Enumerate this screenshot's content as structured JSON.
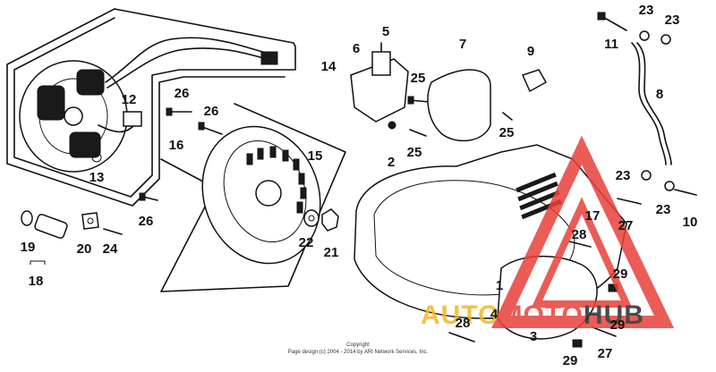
{
  "callouts": [
    {
      "id": "c1",
      "label": "1"
    },
    {
      "id": "c2",
      "label": "2"
    },
    {
      "id": "c3",
      "label": "3"
    },
    {
      "id": "c4",
      "label": "4"
    },
    {
      "id": "c5",
      "label": "5"
    },
    {
      "id": "c6",
      "label": "6"
    },
    {
      "id": "c7",
      "label": "7"
    },
    {
      "id": "c8",
      "label": "8"
    },
    {
      "id": "c9",
      "label": "9"
    },
    {
      "id": "c10",
      "label": "10"
    },
    {
      "id": "c11",
      "label": "11"
    },
    {
      "id": "c12",
      "label": "12"
    },
    {
      "id": "c13",
      "label": "13"
    },
    {
      "id": "c14",
      "label": "14"
    },
    {
      "id": "c15",
      "label": "15"
    },
    {
      "id": "c16",
      "label": "16"
    },
    {
      "id": "c17",
      "label": "17"
    },
    {
      "id": "c18",
      "label": "18"
    },
    {
      "id": "c19",
      "label": "19"
    },
    {
      "id": "c20",
      "label": "20"
    },
    {
      "id": "c21",
      "label": "21"
    },
    {
      "id": "c22",
      "label": "22"
    },
    {
      "id": "c23a",
      "label": "23"
    },
    {
      "id": "c23b",
      "label": "23"
    },
    {
      "id": "c23c",
      "label": "23"
    },
    {
      "id": "c23d",
      "label": "23"
    },
    {
      "id": "c24",
      "label": "24"
    },
    {
      "id": "c25a",
      "label": "25"
    },
    {
      "id": "c25b",
      "label": "25"
    },
    {
      "id": "c25c",
      "label": "25"
    },
    {
      "id": "c26a",
      "label": "26"
    },
    {
      "id": "c26b",
      "label": "26"
    },
    {
      "id": "c26c",
      "label": "26"
    },
    {
      "id": "c27a",
      "label": "27"
    },
    {
      "id": "c27b",
      "label": "27"
    },
    {
      "id": "c28a",
      "label": "28"
    },
    {
      "id": "c28b",
      "label": "28"
    },
    {
      "id": "c29a",
      "label": "29"
    },
    {
      "id": "c29b",
      "label": "29"
    },
    {
      "id": "c29c",
      "label": "29"
    }
  ],
  "copyright": {
    "line1": "Copyright",
    "line2": "Page design (c) 2004 - 2014 by ARI Network Services, Inc."
  },
  "watermark": {
    "part1": "AUTO",
    "part2": "MOTO",
    "part3": "HUB",
    "color_main": "#e8403a",
    "color_accent": "#f2b824",
    "color_dark": "#2b2b2b"
  }
}
